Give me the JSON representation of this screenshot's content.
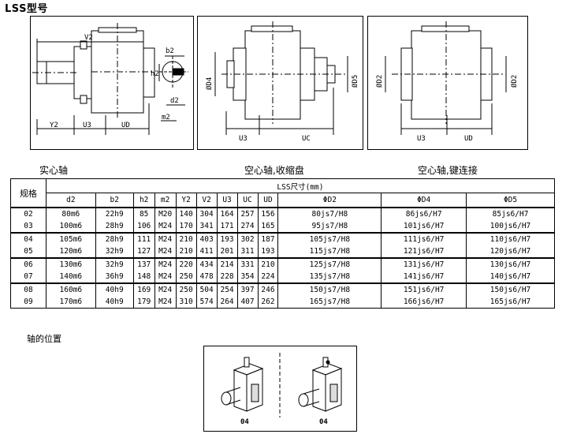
{
  "title": "LSS型号",
  "panels": {
    "p1": {
      "caption": "实心轴",
      "labels": [
        "V2",
        "b2",
        "h2",
        "d2",
        "m2",
        "Y2",
        "U3",
        "UD"
      ]
    },
    "p2": {
      "caption": "空心轴,收缩盘",
      "labels": [
        "ØD4",
        "ØD5",
        "U3",
        "UC"
      ]
    },
    "p3": {
      "caption": "空心轴,键连接",
      "labels": [
        "ØD2",
        "ØD2",
        "U3",
        "UD"
      ]
    }
  },
  "table": {
    "spec_header": "规格",
    "group_header": "LSS尺寸(mm)",
    "columns": [
      "d2",
      "b2",
      "h2",
      "m2",
      "Y2",
      "V2",
      "U3",
      "UC",
      "UD",
      "ΦD2",
      "ΦD4",
      "ΦD5"
    ],
    "groups": [
      [
        [
          "02",
          "80m6",
          "22h9",
          "85",
          "M20",
          "140",
          "304",
          "164",
          "257",
          "156",
          "80js7/H8",
          "86js6/H7",
          "85js6/H7"
        ],
        [
          "03",
          "100m6",
          "28h9",
          "106",
          "M24",
          "170",
          "341",
          "171",
          "274",
          "165",
          "95js7/H8",
          "101js6/H7",
          "100js6/H7"
        ]
      ],
      [
        [
          "04",
          "105m6",
          "28h9",
          "111",
          "M24",
          "210",
          "403",
          "193",
          "302",
          "187",
          "105js7/H8",
          "111js6/H7",
          "110js6/H7"
        ],
        [
          "05",
          "120m6",
          "32h9",
          "127",
          "M24",
          "210",
          "411",
          "201",
          "311",
          "193",
          "115js7/H8",
          "121js6/H7",
          "120js6/H7"
        ]
      ],
      [
        [
          "06",
          "130m6",
          "32h9",
          "137",
          "M24",
          "220",
          "434",
          "214",
          "331",
          "210",
          "125js7/H8",
          "131js6/H7",
          "130js6/H7"
        ],
        [
          "07",
          "140m6",
          "36h9",
          "148",
          "M24",
          "250",
          "478",
          "228",
          "354",
          "224",
          "135js7/H8",
          "141js6/H7",
          "140js6/H7"
        ]
      ],
      [
        [
          "08",
          "160m6",
          "40h9",
          "169",
          "M24",
          "250",
          "504",
          "254",
          "397",
          "246",
          "150js7/H8",
          "151js6/H7",
          "150js6/H7"
        ],
        [
          "09",
          "170m6",
          "40h9",
          "179",
          "M24",
          "310",
          "574",
          "264",
          "407",
          "262",
          "165js7/H8",
          "166js6/H7",
          "165js6/H7"
        ]
      ]
    ]
  },
  "position": {
    "label": "轴的位置",
    "left_code": "04",
    "right_code": "04"
  }
}
